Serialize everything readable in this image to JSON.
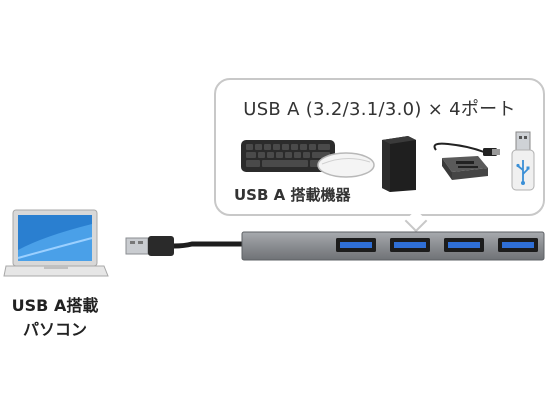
{
  "callout": {
    "title": "USB A (3.2/3.1/3.0) × 4ポート",
    "devices_label": "USB A 搭載機器",
    "devices": [
      "keyboard-icon",
      "mouse-icon",
      "desktop-pc-icon",
      "card-reader-icon",
      "usb-flash-drive-icon"
    ]
  },
  "laptop": {
    "label_line1": "USB A搭載",
    "label_line2": "パソコン"
  },
  "hub": {
    "port_count": 4,
    "port_color": "#2f6fd6",
    "body_color": "#8a8d91"
  },
  "colors": {
    "callout_border": "#c8c8c8",
    "screen_blue": "#2a7fd0"
  }
}
